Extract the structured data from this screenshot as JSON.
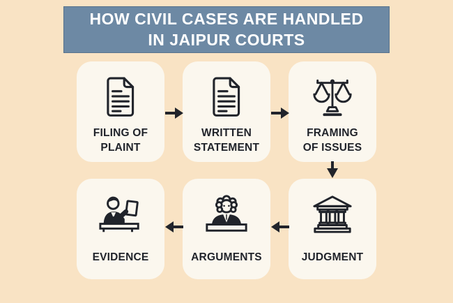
{
  "title": {
    "text": "HOW CIVIL CASES ARE HANDLED\nIN JAIPUR COURTS"
  },
  "diagram": {
    "steps": [
      {
        "id": "filing-of-plaint",
        "label": "FILING OF\nPLAINT",
        "icon": "document-icon"
      },
      {
        "id": "written-statement",
        "label": "WRITTEN\nSTATEMENT",
        "icon": "document-icon"
      },
      {
        "id": "framing-of-issues",
        "label": "FRAMING\nOF ISSUES",
        "icon": "scales-icon"
      },
      {
        "id": "judgment",
        "label": "JUDGMENT",
        "icon": "courthouse-icon"
      },
      {
        "id": "arguments",
        "label": "ARGUMENTS",
        "icon": "judge-icon"
      },
      {
        "id": "evidence",
        "label": "EVIDENCE",
        "icon": "witness-icon"
      }
    ],
    "flow_order": [
      "filing-of-plaint",
      "written-statement",
      "framing-of-issues",
      "judgment",
      "arguments",
      "evidence"
    ]
  },
  "colors": {
    "background": "#F9E3C4",
    "banner": "#6D89A4",
    "card": "#FBF7EE",
    "ink": "#21242B",
    "title_text": "#FFFFFF"
  }
}
